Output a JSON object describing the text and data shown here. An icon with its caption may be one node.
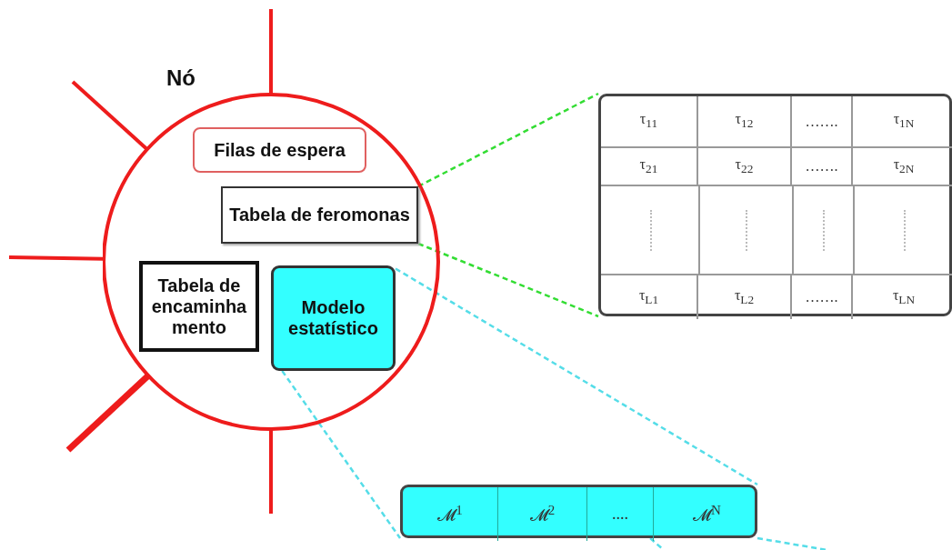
{
  "diagram": {
    "nodes": [
      {
        "text": [
          "Nó"
        ]
      },
      {
        "text": [
          "Filas de espera"
        ],
        "in": 0
      },
      {
        "text": [
          "Tabela de feromonas"
        ],
        "in": 0
      },
      {
        "text": [
          "Tabela de encaminhamento"
        ],
        "in": 0
      },
      {
        "text": [
          "Modelo estatístico"
        ],
        "in": 0
      },
      {
        "text": [],
        "shape": "box"
      },
      {
        "text": [
          "τ$_{11}$"
        ],
        "in": 5
      },
      {
        "text": [
          "τ$_{12}$"
        ],
        "in": 5
      },
      {
        "text": [
          "……."
        ],
        "in": 5
      },
      {
        "text": [
          "τ$_{1N}$"
        ],
        "in": 5
      },
      {
        "text": [
          "τ$_{21}$"
        ],
        "in": 5
      },
      {
        "text": [
          "τ$_{22}$"
        ],
        "in": 5
      },
      {
        "text": [
          "……."
        ],
        "in": 5
      },
      {
        "text": [
          "τ$_{2N}$"
        ],
        "in": 5
      },
      {
        "text": [
          "τ$_{L1}$"
        ],
        "in": 5
      },
      {
        "text": [
          "τ$_{L2}$"
        ],
        "in": 5
      },
      {
        "text": [
          "……."
        ],
        "in": 5
      },
      {
        "text": [
          "τ$_{LN}$"
        ],
        "in": 5
      },
      {
        "text": [],
        "shape": "box"
      },
      {
        "text": [
          "𝓜$^{1}$"
        ],
        "in": 18
      },
      {
        "text": [
          "𝓜$^{2}$"
        ],
        "in": 18
      },
      {
        "text": [
          "...."
        ],
        "in": 18
      },
      {
        "text": [
          "𝓜$^{N}$"
        ],
        "in": 18
      }
    ],
    "edges": [
      {
        "from": 0,
        "to": null,
        "arrow": "none"
      },
      {
        "from": 0,
        "to": null,
        "arrow": "none"
      },
      {
        "from": 0,
        "to": null,
        "arrow": "none"
      },
      {
        "from": 0,
        "to": null,
        "arrow": "none",
        "style": "thick"
      },
      {
        "from": 0,
        "to": null,
        "arrow": "none"
      },
      {
        "from": 2,
        "to": 5,
        "arrow": "none",
        "style": "dashed",
        "color": "#33dd33"
      },
      {
        "from": 2,
        "to": 5,
        "arrow": "none",
        "style": "dashed",
        "color": "#33dd33"
      },
      {
        "from": 4,
        "to": 18,
        "arrow": "none",
        "style": "dashed",
        "color": "#55dde8"
      },
      {
        "from": 4,
        "to": 18,
        "arrow": "none",
        "style": "dashed",
        "color": "#55dde8"
      },
      {
        "from": 18,
        "to": null,
        "arrow": "none",
        "style": "dashed",
        "color": "#55dde8"
      },
      {
        "from": 18,
        "to": null,
        "arrow": "none",
        "style": "dashed",
        "color": "#55dde8"
      }
    ]
  }
}
